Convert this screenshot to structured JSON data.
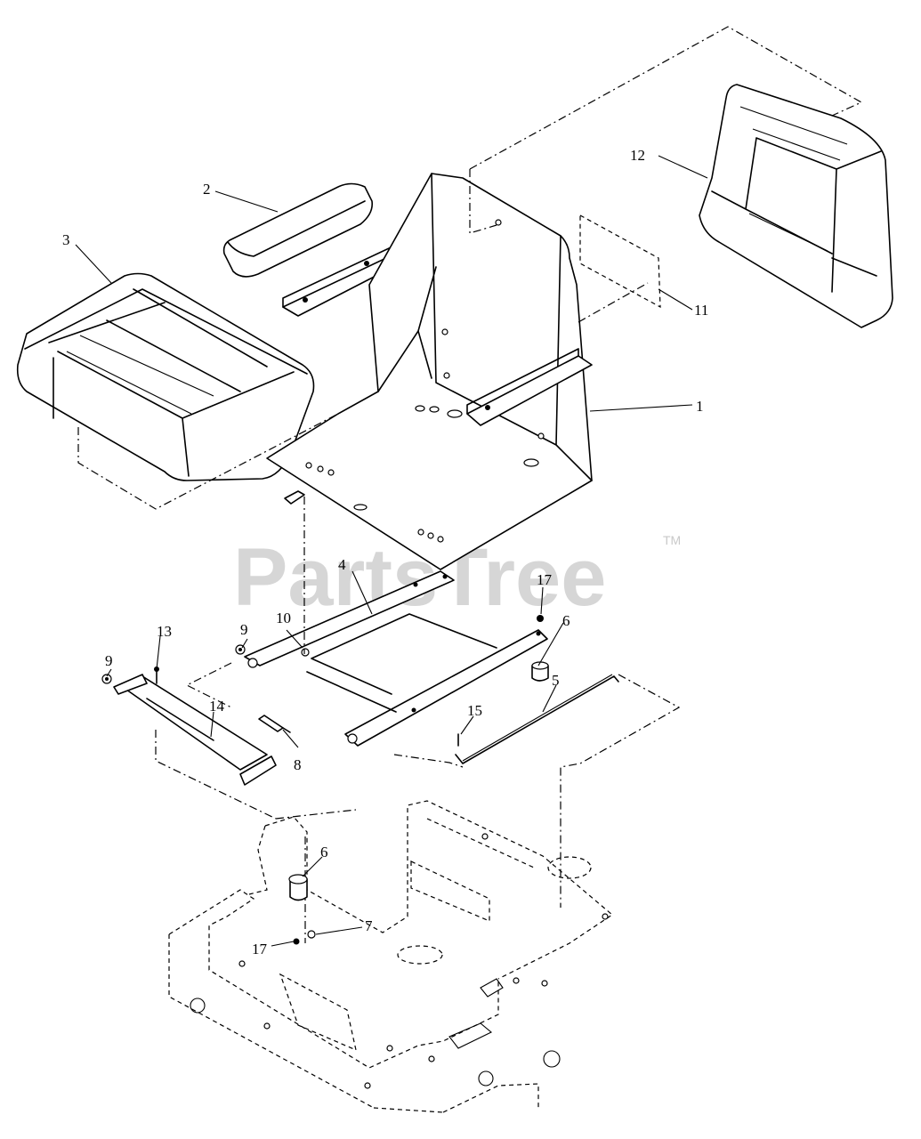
{
  "watermark": {
    "text": "PartsTree",
    "trademark": "TM"
  },
  "callouts": {
    "c1": "1",
    "c2": "2",
    "c3": "3",
    "c4": "4",
    "c5": "5",
    "c6a": "6",
    "c6b": "6",
    "c7": "7",
    "c8": "8",
    "c9a": "9",
    "c9b": "9",
    "c10": "10",
    "c11": "11",
    "c12": "12",
    "c13": "13",
    "c14": "14",
    "c15": "15",
    "c17a": "17",
    "c17b": "17"
  }
}
